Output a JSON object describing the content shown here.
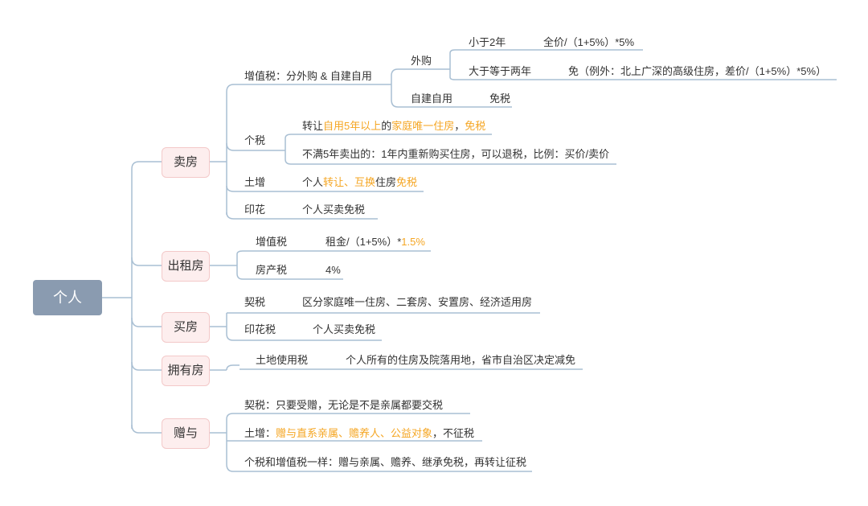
{
  "root": "个人",
  "sell": {
    "label": "卖房",
    "vat": {
      "label": "增值税：分外购 & 自建自用",
      "outside": {
        "label": "外购",
        "lt2": {
          "label": "小于2年",
          "value": "全价/（1+5%）*5%"
        },
        "ge2": {
          "label": "大于等于两年",
          "value": "免（例外：北上广深的高级住房，差价/（1+5%）*5%）"
        }
      },
      "selfbuilt": {
        "label": "自建自用",
        "value": "免税"
      }
    },
    "pit": {
      "label": "个税",
      "line1": [
        "转让",
        "自用5年以上",
        "的",
        "家庭唯一住房",
        "，",
        "免税"
      ],
      "line2": "不满5年卖出的：1年内重新购买住房，可以退税，比例：买价/卖价"
    },
    "lat": {
      "label": "土增",
      "value": [
        "个人",
        "转让、互换",
        "住房",
        "免税"
      ]
    },
    "stamp": {
      "label": "印花",
      "value": "个人买卖免税"
    }
  },
  "rent": {
    "label": "出租房",
    "vat": {
      "label": "增值税",
      "value": [
        "租金/（1+5%）*",
        "1.5%"
      ]
    },
    "property": {
      "label": "房产税",
      "value": "4%"
    }
  },
  "buy": {
    "label": "买房",
    "deed": {
      "label": "契税",
      "value": "区分家庭唯一住房、二套房、安置房、经济适用房"
    },
    "stamp": {
      "label": "印花税",
      "value": "个人买卖免税"
    }
  },
  "own": {
    "label": "拥有房",
    "land": {
      "label": "土地使用税",
      "value": "个人所有的住房及院落用地，省市自治区决定减免"
    }
  },
  "gift": {
    "label": "赠与",
    "deed": "契税：只要受赠，无论是不是亲属都要交税",
    "lat": [
      "土增：",
      "赠与直系亲属、赡养人、公益对象",
      "，不征税"
    ],
    "pit": "个税和增值税一样：赠与亲属、赡养、继承免税，再转让征税"
  },
  "colors": {
    "root": "#8a9bb0",
    "category_fill": "#fdeeee",
    "category_border": "#f3c9c9",
    "connector": "#a9bfd3",
    "highlight": "#f5a623"
  }
}
